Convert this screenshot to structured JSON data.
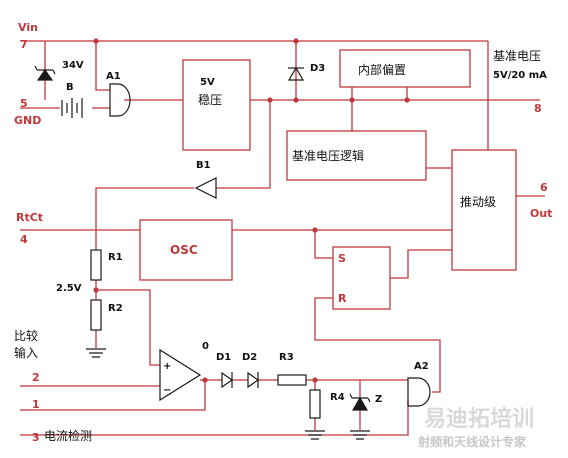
{
  "pins": {
    "vin": {
      "name": "Vin",
      "number": "7"
    },
    "gnd": {
      "name": "GND",
      "number": "5"
    },
    "ref_out": {
      "number": "8"
    },
    "out": {
      "name": "Out",
      "number": "6"
    },
    "rtct": {
      "name": "RtCt",
      "number": "4"
    },
    "comp_in_2": {
      "number": "2"
    },
    "comp_in_1": {
      "number": "1"
    },
    "current_sense": {
      "number": "3"
    }
  },
  "blocks": {
    "regulator": {
      "line1": "5V",
      "line2": "稳压"
    },
    "internal_bias": "内部偏置",
    "ref_logic": "基准电压逻辑",
    "driver": "推动级",
    "osc": "OSC",
    "latch": {
      "s": "S",
      "r": "R"
    }
  },
  "labels": {
    "ref_title": "基准电压",
    "ref_spec": "5V/20 mA",
    "zener_voltage": "34V",
    "a1": "A1",
    "b": "B",
    "d3": "D3",
    "b1": "B1",
    "r1": "R1",
    "r2": "R2",
    "v_2_5": "2.5V",
    "compare_in_line1": "比较",
    "compare_in_line2": "输入",
    "amp_zero": "0",
    "d1": "D1",
    "d2": "D2",
    "r3": "R3",
    "r4": "R4",
    "z": "Z",
    "a2": "A2",
    "current_sense": "电流检测",
    "plus": "+",
    "minus": "−"
  },
  "watermark": {
    "line1": "易迪拓培训",
    "line2": "射频和天线设计专家"
  },
  "colors": {
    "wire": "#c0383b",
    "component": "#1a1a1a",
    "text": "#111111",
    "watermark": "#d9d9d9"
  }
}
